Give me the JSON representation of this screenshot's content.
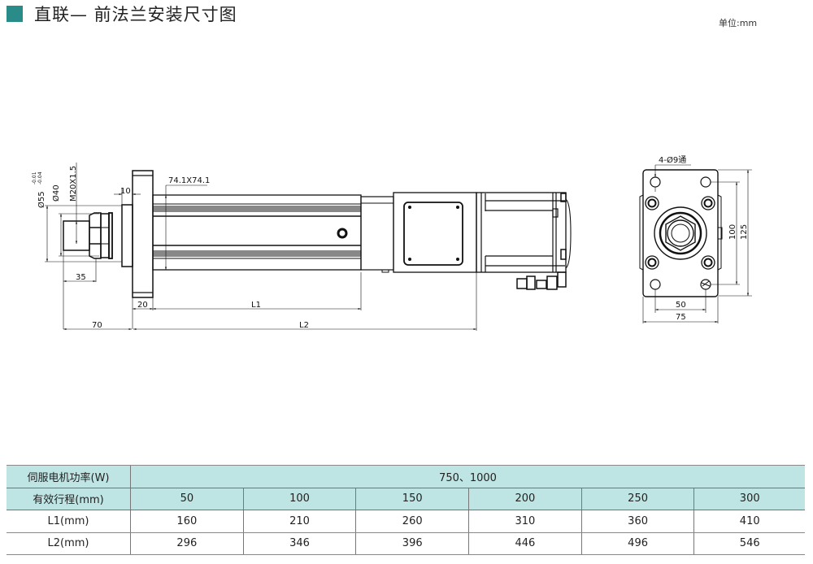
{
  "header": {
    "title": "直联— 前法兰安装尺寸图",
    "unit": "单位:mm",
    "accent_color": "#2a8c88"
  },
  "drawing": {
    "side_view": {
      "dims": {
        "flange_dia": "Ø55",
        "flange_tol_upper": "-0.01",
        "flange_tol_lower": "-0.04",
        "boss_dia": "Ø40",
        "thread": "M20X1.5",
        "flange_thickness": "10",
        "profile": "74.1X74.1",
        "rod_length": "35",
        "flange_plate": "20",
        "l1": "L1",
        "extension": "70",
        "l2": "L2"
      }
    },
    "end_view": {
      "dims": {
        "holes": "4-Ø9通",
        "hole_spacing_v": "100",
        "height": "125",
        "hole_spacing_h": "50",
        "width": "75"
      }
    }
  },
  "table": {
    "power_label": "伺服电机功率(W)",
    "power_value": "750、1000",
    "rows": [
      {
        "label": "有效行程(mm)",
        "values": [
          "50",
          "100",
          "150",
          "200",
          "250",
          "300"
        ]
      },
      {
        "label": "L1(mm)",
        "values": [
          "160",
          "210",
          "260",
          "310",
          "360",
          "410"
        ]
      },
      {
        "label": "L2(mm)",
        "values": [
          "296",
          "346",
          "396",
          "446",
          "496",
          "546"
        ]
      }
    ],
    "header_color": "#bfe4e4"
  }
}
